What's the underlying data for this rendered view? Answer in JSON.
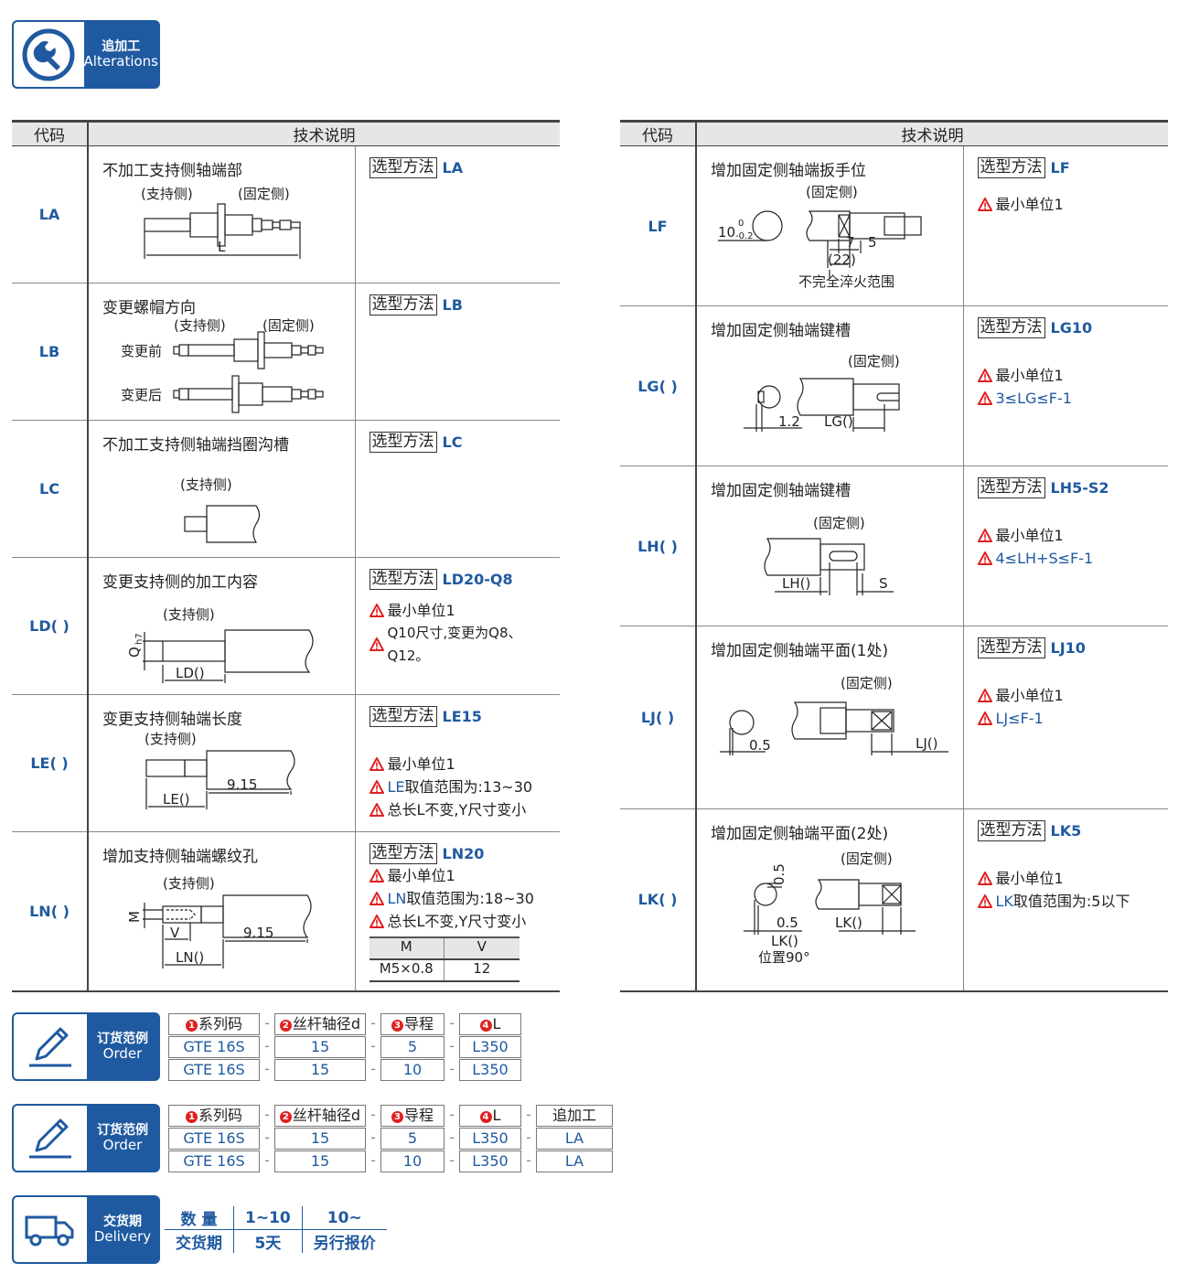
{
  "alterations_badge": {
    "cn": "追加工",
    "en": "Alterations"
  },
  "table_headers": {
    "code": "代码",
    "desc": "技术说明"
  },
  "sel_label": "选型方法",
  "labels": {
    "support": "(支持侧)",
    "fixed": "(固定侧)",
    "L": "L",
    "before": "变更前",
    "after": "变更后",
    "LD": "LD()",
    "Q": "Q",
    "h7": "h7",
    "LE": "LE()",
    "d915": "9.15",
    "LN": "LN()",
    "M": "M",
    "V": "V",
    "dim10": "10",
    "dim0": "0",
    "dimm02": "-0.2",
    "dim7": "7",
    "dim5": "5",
    "dim22": "(22)",
    "quench": "不完全淬火范围",
    "d12": "1.2",
    "LG": "LG()",
    "LH": "LH()",
    "S": "S",
    "d05": "0.5",
    "LJ": "LJ()",
    "LK": "LK()",
    "pos90": "位置90°"
  },
  "left_rows": [
    {
      "code": "LA",
      "title": "不加工支持侧轴端部",
      "sel": "LA",
      "notes": []
    },
    {
      "code": "LB",
      "title": "变更螺帽方向",
      "sel": "LB",
      "notes": []
    },
    {
      "code": "LC",
      "title": "不加工支持侧轴端挡圈沟槽",
      "sel": "LC",
      "notes": []
    },
    {
      "code": "LD( )",
      "title": "变更支持侧的加工内容",
      "sel": "LD20-Q8",
      "notes": [
        {
          "pre": "",
          "hl": "",
          "post": "最小单位1"
        },
        {
          "pre": "",
          "hl": "",
          "post": "Q10尺寸,变更为Q8、Q12。"
        }
      ]
    },
    {
      "code": "LE( )",
      "title": "变更支持侧轴端长度",
      "sel": "LE15",
      "notes": [
        {
          "pre": "",
          "hl": "",
          "post": "最小单位1"
        },
        {
          "pre": "",
          "hl": "LE",
          "post": "取值范围为:13~30"
        },
        {
          "pre": "",
          "hl": "",
          "post": "总长L不变,Y尺寸变小"
        }
      ]
    },
    {
      "code": "LN( )",
      "title": "增加支持侧轴端螺纹孔",
      "sel": "LN20",
      "notes": [
        {
          "pre": "",
          "hl": "",
          "post": "最小单位1"
        },
        {
          "pre": "",
          "hl": "LN",
          "post": "取值范围为:18~30"
        },
        {
          "pre": "",
          "hl": "",
          "post": "总长L不变,Y尺寸变小"
        }
      ],
      "mini": {
        "head": [
          "M",
          "V"
        ],
        "row": [
          "M5×0.8",
          "12"
        ]
      }
    }
  ],
  "right_rows": [
    {
      "code": "LF",
      "title": "增加固定侧轴端扳手位",
      "sel": "LF",
      "notes": [
        {
          "hl": "",
          "post": "最小单位1"
        }
      ]
    },
    {
      "code": "LG( )",
      "title": "增加固定侧轴端键槽",
      "sel": "LG10",
      "notes": [
        {
          "hl": "",
          "post": "最小单位1"
        },
        {
          "hl": "3≤LG≤F-1",
          "post": ""
        }
      ]
    },
    {
      "code": "LH( )",
      "title": "增加固定侧轴端键槽",
      "sel": "LH5-S2",
      "notes": [
        {
          "hl": "",
          "post": "最小单位1"
        },
        {
          "hl": "4≤LH+S≤F-1",
          "post": ""
        }
      ]
    },
    {
      "code": "LJ( )",
      "title": "增加固定侧轴端平面(1处)",
      "sel": "LJ10",
      "notes": [
        {
          "hl": "",
          "post": "最小单位1"
        },
        {
          "hl": "LJ≤F-1",
          "post": ""
        }
      ]
    },
    {
      "code": "LK( )",
      "title": "增加固定侧轴端平面(2处)",
      "sel": "LK5",
      "notes": [
        {
          "hl": "",
          "post": "最小单位1"
        },
        {
          "hl": "LK",
          "post": "取值范围为:5以下"
        }
      ]
    }
  ],
  "order_badge": {
    "cn": "订货范例",
    "en": "Order"
  },
  "order1": {
    "headers": [
      "系列码",
      "丝杆轴径d",
      "导程",
      "L"
    ],
    "nums": [
      "1",
      "2",
      "3",
      "4"
    ],
    "rows": [
      [
        "GTE 16S",
        "15",
        "5",
        "L350"
      ],
      [
        "GTE 16S",
        "15",
        "10",
        "L350"
      ]
    ]
  },
  "order2": {
    "headers": [
      "系列码",
      "丝杆轴径d",
      "导程",
      "L",
      "追加工"
    ],
    "nums": [
      "1",
      "2",
      "3",
      "4"
    ],
    "rows": [
      [
        "GTE 16S",
        "15",
        "5",
        "L350",
        "LA"
      ],
      [
        "GTE 16S",
        "15",
        "10",
        "L350",
        "LA"
      ]
    ]
  },
  "delivery_badge": {
    "cn": "交货期",
    "en": "Delivery"
  },
  "delivery": {
    "row1": [
      "数  量",
      "1~10",
      "10~"
    ],
    "row2": [
      "交货期",
      "5天",
      "另行报价"
    ]
  },
  "colors": {
    "accent": "#1f5aa0",
    "warn": "#e02020"
  }
}
